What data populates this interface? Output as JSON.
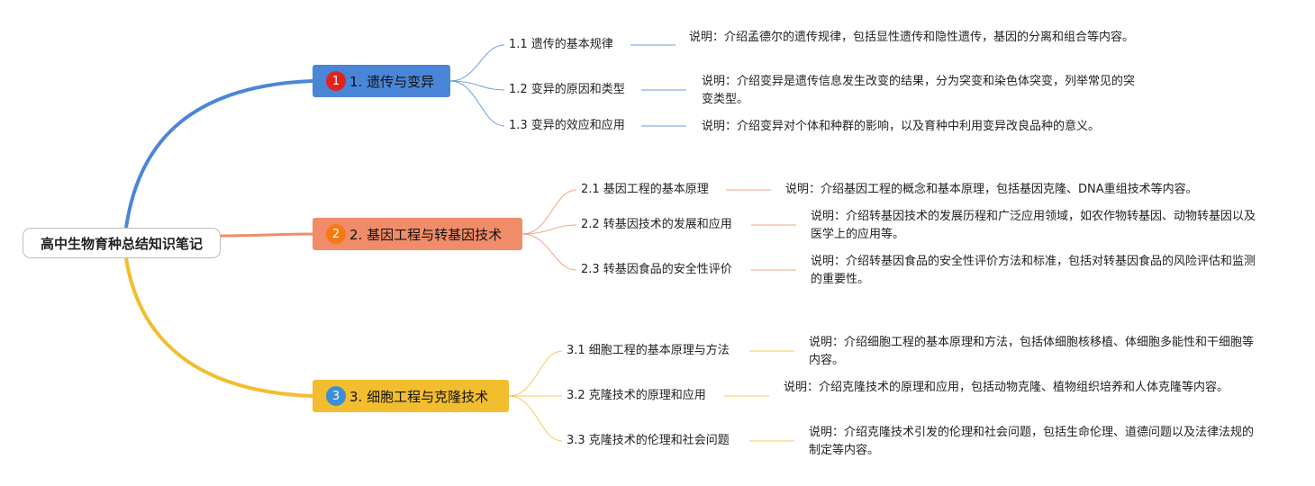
{
  "root": {
    "label": "高中生物育种总结知识笔记"
  },
  "branches": [
    {
      "number": "1",
      "label": "1. 遗传与变异",
      "color": "#4a86d8",
      "badge_color": "#e0241b",
      "children": [
        {
          "label": "1.1 遗传的基本规律",
          "note": "说明：介绍孟德尔的遗传规律，包括显性遗传和隐性遗传，基因的分离和组合等内容。"
        },
        {
          "label": "1.2 变异的原因和类型",
          "note": "说明：介绍变异是遗传信息发生改变的结果，分为突变和染色体突变，列举常见的突变类型。"
        },
        {
          "label": "1.3 变异的效应和应用",
          "note": "说明：介绍变异对个体和种群的影响，以及育种中利用变异改良品种的意义。"
        }
      ]
    },
    {
      "number": "2",
      "label": "2. 基因工程与转基因技术",
      "color": "#f08c69",
      "badge_color": "#f47a12",
      "children": [
        {
          "label": "2.1 基因工程的基本原理",
          "note": "说明：介绍基因工程的概念和基本原理，包括基因克隆、DNA重组技术等内容。"
        },
        {
          "label": "2.2 转基因技术的发展和应用",
          "note": "说明：介绍转基因技术的发展历程和广泛应用领域，如农作物转基因、动物转基因以及医学上的应用等。"
        },
        {
          "label": "2.3 转基因食品的安全性评价",
          "note": "说明：介绍转基因食品的安全性评价方法和标准，包括对转基因食品的风险评估和监测的重要性。"
        }
      ]
    },
    {
      "number": "3",
      "label": "3. 细胞工程与克隆技术",
      "color": "#f2bd2e",
      "badge_color": "#3a8fd6",
      "children": [
        {
          "label": "3.1 细胞工程的基本原理与方法",
          "note": "说明：介绍细胞工程的基本原理和方法，包括体细胞核移植、体细胞多能性和干细胞等内容。"
        },
        {
          "label": "3.2 克隆技术的原理和应用",
          "note": "说明：介绍克隆技术的原理和应用，包括动物克隆、植物组织培养和人体克隆等内容。"
        },
        {
          "label": "3.3 克隆技术的伦理和社会问题",
          "note": "说明：介绍克隆技术引发的伦理和社会问题，包括生命伦理、道德问题以及法律法规的制定等内容。"
        }
      ]
    }
  ]
}
